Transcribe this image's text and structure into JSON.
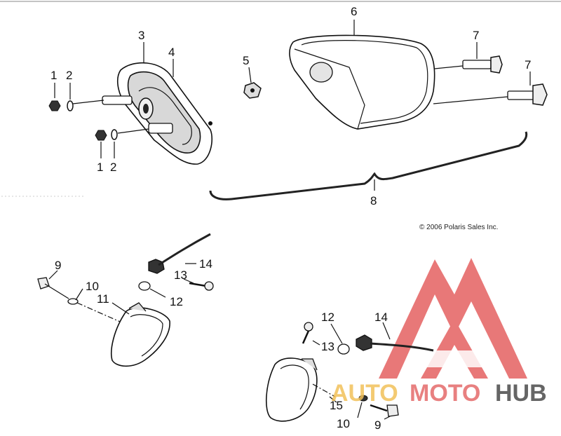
{
  "copyright": "© 2006 Polaris Sales Inc.",
  "callouts": {
    "c1a": "1",
    "c2a": "2",
    "c3": "3",
    "c4": "4",
    "c1b": "1",
    "c2b": "2",
    "c5": "5",
    "c6": "6",
    "c7a": "7",
    "c7b": "7",
    "c8": "8",
    "c9a": "9",
    "c10a": "10",
    "c11": "11",
    "c12a": "12",
    "c13a": "13",
    "c14a": "14",
    "c12b": "12",
    "c14b": "14",
    "c13b": "13",
    "c15": "15",
    "c10b": "10",
    "c9b": "9"
  },
  "watermark": {
    "brand_auto": "AUTO",
    "brand_moto": "MOTO",
    "brand_hub": "HUB",
    "color_auto": "#f2c15a",
    "color_moto": "#e46a6a",
    "color_hub": "#555555",
    "logo_color": "#e14b4b"
  }
}
